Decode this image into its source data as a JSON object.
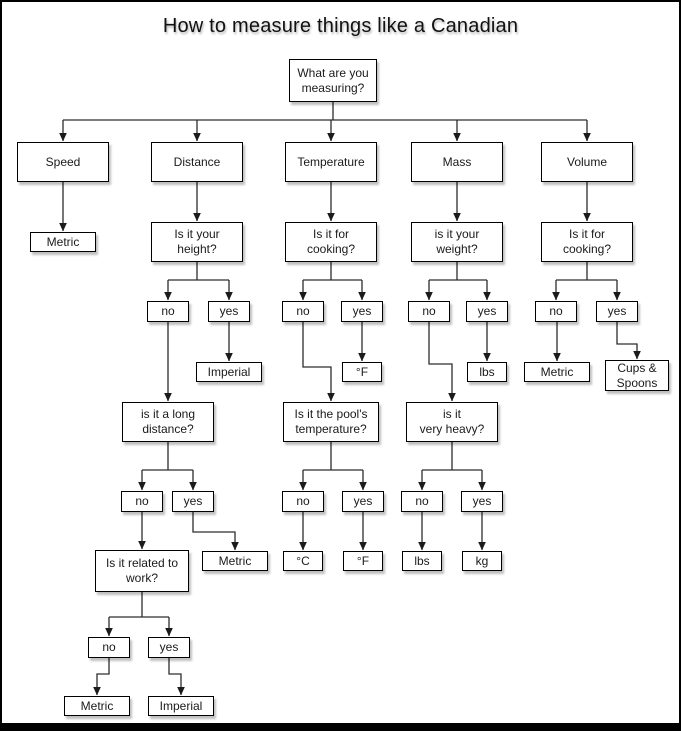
{
  "title": "How to measure things like a Canadian",
  "nodes": {
    "root": {
      "label": "What are you\nmeasuring?"
    },
    "speed": {
      "label": "Speed"
    },
    "distance": {
      "label": "Distance"
    },
    "temperature": {
      "label": "Temperature"
    },
    "mass": {
      "label": "Mass"
    },
    "volume": {
      "label": "Volume"
    },
    "speed_metric": {
      "label": "Metric"
    },
    "height_q": {
      "label": "Is it your\nheight?"
    },
    "cooking_q1": {
      "label": "Is it for\ncooking?"
    },
    "weight_q": {
      "label": "is it your\nweight?"
    },
    "cooking_q2": {
      "label": "Is it for\ncooking?"
    },
    "d_no": {
      "label": "no"
    },
    "d_yes": {
      "label": "yes"
    },
    "t_no": {
      "label": "no"
    },
    "t_yes": {
      "label": "yes"
    },
    "m_no": {
      "label": "no"
    },
    "m_yes": {
      "label": "yes"
    },
    "v_no": {
      "label": "no"
    },
    "v_yes": {
      "label": "yes"
    },
    "imperial1": {
      "label": "Imperial"
    },
    "f1": {
      "label": "°F"
    },
    "lbs1": {
      "label": "lbs"
    },
    "volume_metric": {
      "label": "Metric"
    },
    "cups": {
      "label": "Cups &\nSpoons"
    },
    "longdist_q": {
      "label": "is it a long\ndistance?"
    },
    "pool_q": {
      "label": "Is it the pool's\ntemperature?"
    },
    "heavy_q": {
      "label": "is it\nvery heavy?"
    },
    "ld_no": {
      "label": "no"
    },
    "ld_yes": {
      "label": "yes"
    },
    "p_no": {
      "label": "no"
    },
    "p_yes": {
      "label": "yes"
    },
    "h_no": {
      "label": "no"
    },
    "h_yes": {
      "label": "yes"
    },
    "metric2": {
      "label": "Metric"
    },
    "c2": {
      "label": "°C"
    },
    "f2": {
      "label": "°F"
    },
    "lbs2": {
      "label": "lbs"
    },
    "kg": {
      "label": "kg"
    },
    "work_q": {
      "label": "Is it related to\nwork?"
    },
    "w_no": {
      "label": "no"
    },
    "w_yes": {
      "label": "yes"
    },
    "metric3": {
      "label": "Metric"
    },
    "imperial2": {
      "label": "Imperial"
    }
  },
  "edges": [
    {
      "from": "root",
      "to": "speed"
    },
    {
      "from": "root",
      "to": "distance"
    },
    {
      "from": "root",
      "to": "temperature"
    },
    {
      "from": "root",
      "to": "mass"
    },
    {
      "from": "root",
      "to": "volume"
    },
    {
      "from": "speed",
      "to": "speed_metric"
    },
    {
      "from": "distance",
      "to": "height_q"
    },
    {
      "from": "temperature",
      "to": "cooking_q1"
    },
    {
      "from": "mass",
      "to": "weight_q"
    },
    {
      "from": "volume",
      "to": "cooking_q2"
    },
    {
      "from": "height_q",
      "to": "d_no"
    },
    {
      "from": "height_q",
      "to": "d_yes"
    },
    {
      "from": "cooking_q1",
      "to": "t_no"
    },
    {
      "from": "cooking_q1",
      "to": "t_yes"
    },
    {
      "from": "weight_q",
      "to": "m_no"
    },
    {
      "from": "weight_q",
      "to": "m_yes"
    },
    {
      "from": "cooking_q2",
      "to": "v_no"
    },
    {
      "from": "cooking_q2",
      "to": "v_yes"
    },
    {
      "from": "d_no",
      "to": "longdist_q"
    },
    {
      "from": "d_yes",
      "to": "imperial1"
    },
    {
      "from": "t_no",
      "to": "pool_q"
    },
    {
      "from": "t_yes",
      "to": "f1"
    },
    {
      "from": "m_no",
      "to": "heavy_q"
    },
    {
      "from": "m_yes",
      "to": "lbs1"
    },
    {
      "from": "v_no",
      "to": "volume_metric"
    },
    {
      "from": "v_yes",
      "to": "cups"
    },
    {
      "from": "longdist_q",
      "to": "ld_no"
    },
    {
      "from": "longdist_q",
      "to": "ld_yes"
    },
    {
      "from": "pool_q",
      "to": "p_no"
    },
    {
      "from": "pool_q",
      "to": "p_yes"
    },
    {
      "from": "heavy_q",
      "to": "h_no"
    },
    {
      "from": "heavy_q",
      "to": "h_yes"
    },
    {
      "from": "ld_no",
      "to": "work_q"
    },
    {
      "from": "ld_yes",
      "to": "metric2"
    },
    {
      "from": "p_no",
      "to": "c2"
    },
    {
      "from": "p_yes",
      "to": "f2"
    },
    {
      "from": "h_no",
      "to": "lbs2"
    },
    {
      "from": "h_yes",
      "to": "kg"
    },
    {
      "from": "work_q",
      "to": "w_no"
    },
    {
      "from": "work_q",
      "to": "w_yes"
    },
    {
      "from": "w_no",
      "to": "metric3"
    },
    {
      "from": "w_yes",
      "to": "imperial2"
    }
  ]
}
